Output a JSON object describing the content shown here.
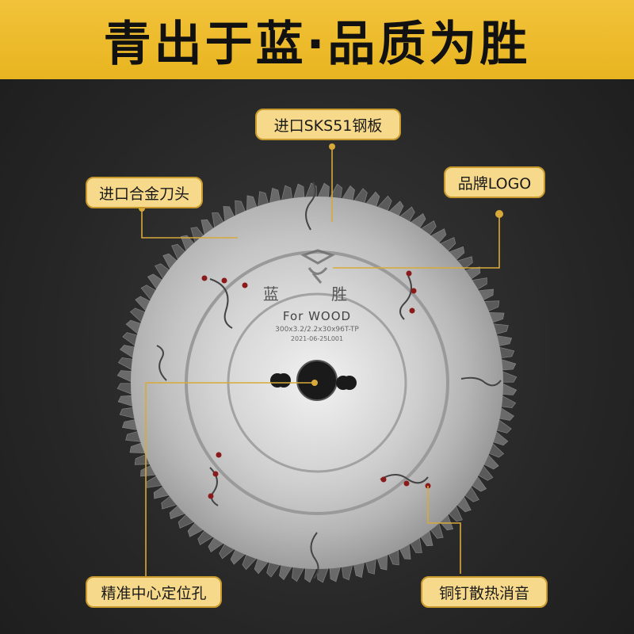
{
  "banner": {
    "title": "青出于蓝·品质为胜"
  },
  "callouts": {
    "steel": "进口SKS51钢板",
    "alloy": "进口合金刀头",
    "logo": "品牌LOGO",
    "center": "精准中心定位孔",
    "rivet": "铜钉散热消音"
  },
  "blade": {
    "brand_mark": "蓝 胜",
    "for_text": "For WOOD",
    "spec_text": "300x3.2/2.2x30x96T-TP",
    "date_text": "2021-06-25L001"
  },
  "colors": {
    "banner": "#f2c23a",
    "callout_fill": "#f6d98b",
    "callout_border": "#c89a2e",
    "line": "#d9a93a",
    "rivet": "#8b1a1a"
  }
}
